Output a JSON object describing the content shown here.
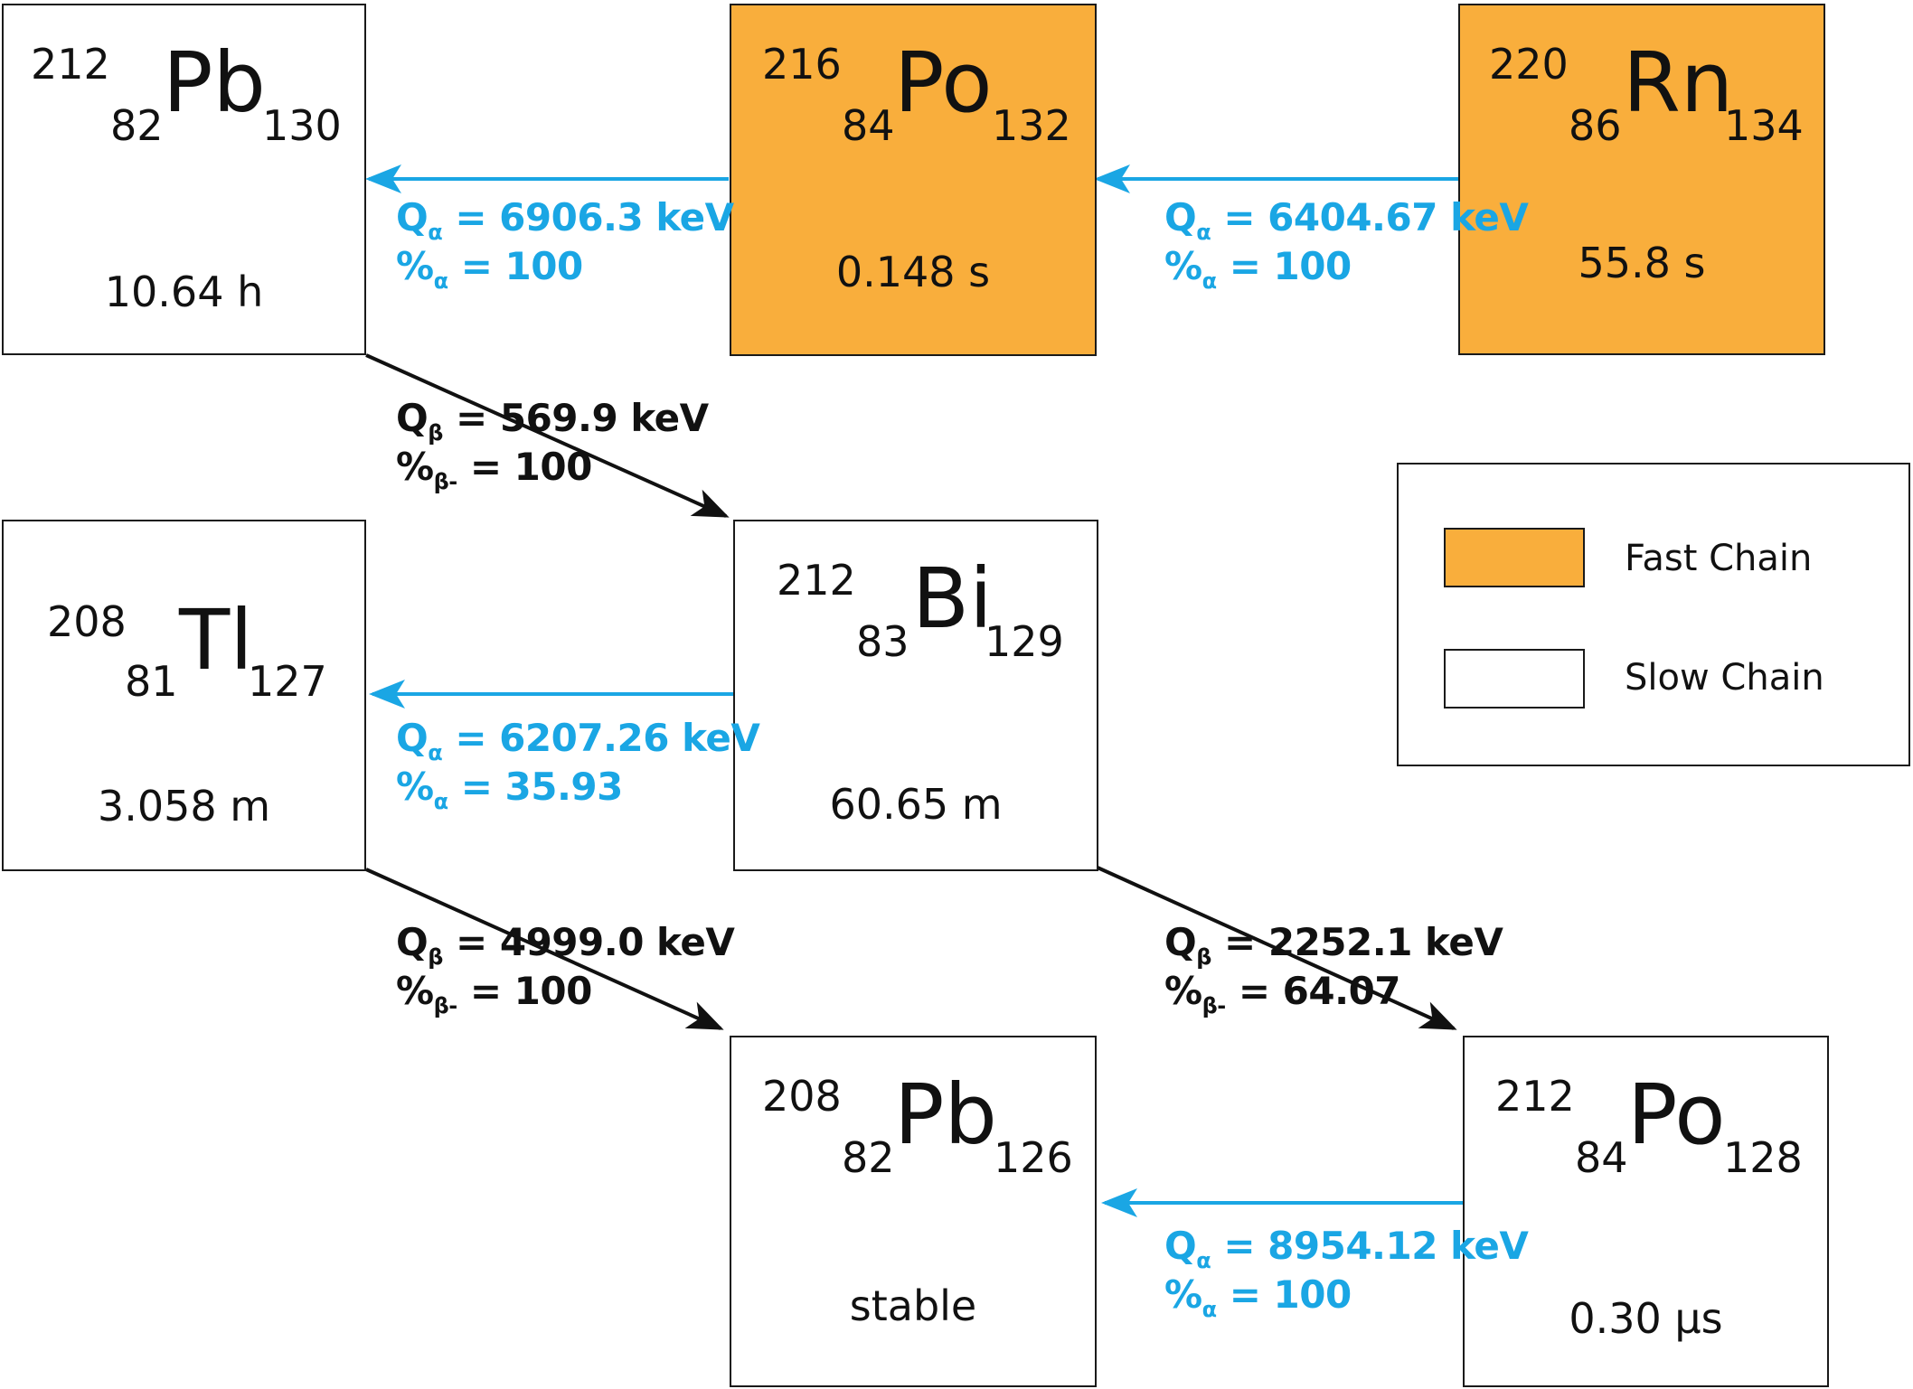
{
  "colors": {
    "fast_chain": "#f9ae3c",
    "slow_chain": "#ffffff",
    "alpha_decay": "#1aa6e4",
    "beta_decay": "#111111"
  },
  "nuclides": [
    {
      "id": "pb212",
      "mass": "212",
      "atomic": "82",
      "symbol": "Pb",
      "neutrons": "130",
      "halflife": "10.64 h",
      "chain": "slow"
    },
    {
      "id": "po216",
      "mass": "216",
      "atomic": "84",
      "symbol": "Po",
      "neutrons": "132",
      "halflife": "0.148 s",
      "chain": "fast"
    },
    {
      "id": "rn220",
      "mass": "220",
      "atomic": "86",
      "symbol": "Rn",
      "neutrons": "134",
      "halflife": "55.8 s",
      "chain": "fast"
    },
    {
      "id": "tl208",
      "mass": "208",
      "atomic": "81",
      "symbol": "Tl",
      "neutrons": "127",
      "halflife": "3.058 m",
      "chain": "slow"
    },
    {
      "id": "bi212",
      "mass": "212",
      "atomic": "83",
      "symbol": "Bi",
      "neutrons": "129",
      "halflife": "60.65 m",
      "chain": "slow"
    },
    {
      "id": "pb208",
      "mass": "208",
      "atomic": "82",
      "symbol": "Pb",
      "neutrons": "126",
      "halflife": "stable",
      "chain": "slow"
    },
    {
      "id": "po212",
      "mass": "212",
      "atomic": "84",
      "symbol": "Po",
      "neutrons": "128",
      "halflife": "0.30 µs",
      "chain": "slow"
    }
  ],
  "decays": [
    {
      "from": "rn220",
      "to": "po216",
      "mode": "alpha",
      "q_symbol": "Q",
      "q_sub": "α",
      "q_value": " = 6404.67 keV",
      "br_symbol": "%",
      "br_sub": "α",
      "br_value": " = 100"
    },
    {
      "from": "po216",
      "to": "pb212",
      "mode": "alpha",
      "q_symbol": "Q",
      "q_sub": "α",
      "q_value": " = 6906.3 keV",
      "br_symbol": "%",
      "br_sub": "α",
      "br_value": " = 100"
    },
    {
      "from": "pb212",
      "to": "bi212",
      "mode": "beta",
      "q_symbol": "Q",
      "q_sub": "β",
      "q_value": " = 569.9 keV",
      "br_symbol": "%",
      "br_sub": "β-",
      "br_value": " = 100"
    },
    {
      "from": "bi212",
      "to": "tl208",
      "mode": "alpha",
      "q_symbol": "Q",
      "q_sub": "α",
      "q_value": " = 6207.26 keV",
      "br_symbol": "%",
      "br_sub": "α",
      "br_value": " = 35.93"
    },
    {
      "from": "tl208",
      "to": "pb208",
      "mode": "beta",
      "q_symbol": "Q",
      "q_sub": "β",
      "q_value": " = 4999.0 keV",
      "br_symbol": "%",
      "br_sub": "β-",
      "br_value": " = 100"
    },
    {
      "from": "bi212",
      "to": "po212",
      "mode": "beta",
      "q_symbol": "Q",
      "q_sub": "β",
      "q_value": " = 2252.1 keV",
      "br_symbol": "%",
      "br_sub": "β-",
      "br_value": " = 64.07"
    },
    {
      "from": "po212",
      "to": "pb208",
      "mode": "alpha",
      "q_symbol": "Q",
      "q_sub": "α",
      "q_value": " = 8954.12 keV",
      "br_symbol": "%",
      "br_sub": "α",
      "br_value": " = 100"
    }
  ],
  "legend": {
    "fast_label": "Fast Chain",
    "slow_label": "Slow Chain"
  }
}
